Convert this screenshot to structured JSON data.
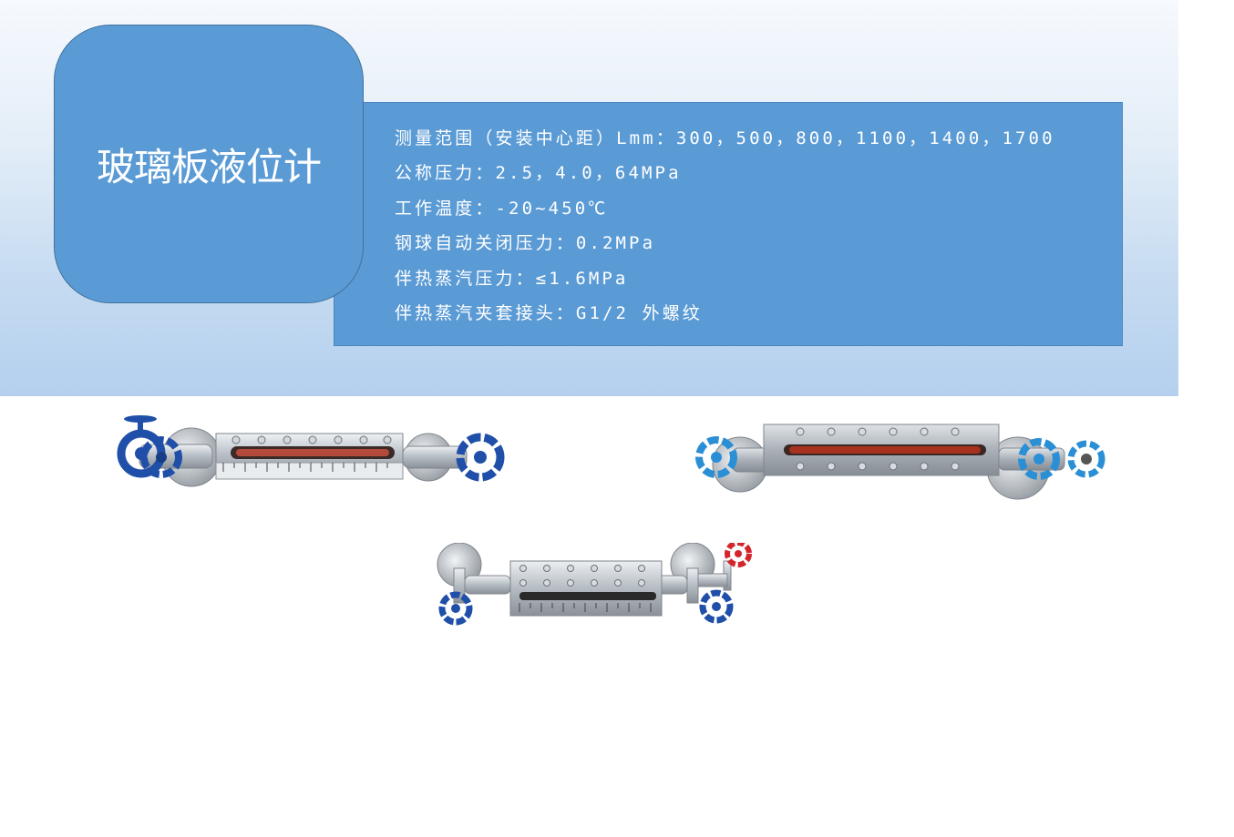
{
  "title": "玻璃板液位计",
  "specs": [
    "测量范围（安装中心距）Lmm：300，500，800，1100，1400，1700",
    "公称压力：2.5，4.0，64MPa",
    "工作温度：-20~450℃",
    "钢球自动关闭压力：0.2MPa",
    "伴热蒸汽压力：≤1.6MPa",
    "伴热蒸汽夹套接头：G1/2 外螺纹"
  ],
  "images": [
    {
      "name": "glass-plate-level-gauge-blue-valves",
      "valve_color": "#1f4fa8",
      "window_color": "#b34a3c"
    },
    {
      "name": "glass-plate-level-gauge-jacketed-light-blue",
      "valve_color": "#2b8fd6",
      "window_color": "#a8301f"
    },
    {
      "name": "glass-plate-level-gauge-red-drain-valve",
      "valve_color": "#1f4fa8",
      "accent_color": "#d3252b",
      "window_color": "#2a2a2a"
    }
  ]
}
